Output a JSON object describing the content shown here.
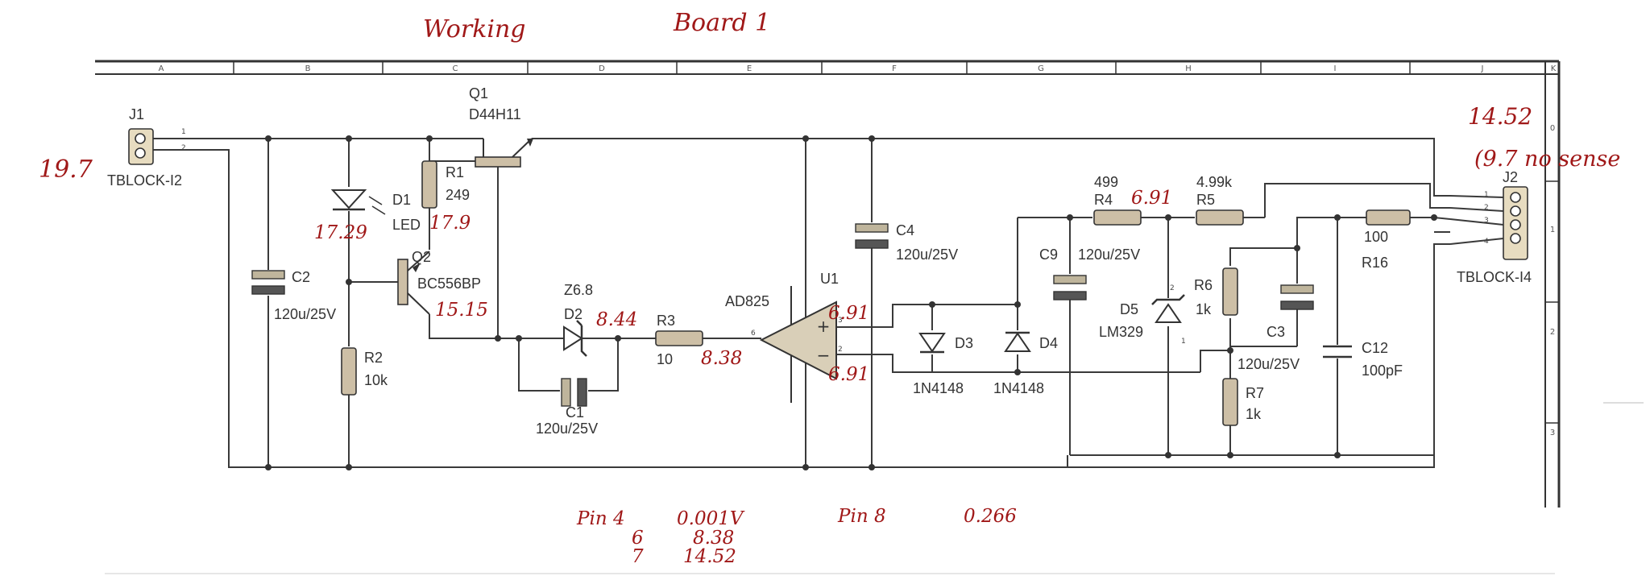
{
  "annotations": {
    "title_left": "Working",
    "title_right": "Board 1",
    "j1_voltage": "19.7",
    "j2_voltage": "14.52",
    "j2_note": "(9.7 no sense",
    "d1_voltage": "17.29",
    "r1_voltage": "17.9",
    "q2_voltage": "15.15",
    "d2_voltage": "8.44",
    "r3_voltage": "8.38",
    "u1_plus": "6.91",
    "u1_minus": "6.91",
    "r4_voltage": "6.91",
    "pin_notes": {
      "pin4_label": "Pin 4",
      "pin4_value": "0.001V",
      "pin6_label": "6",
      "pin6_value": "8.38",
      "pin7_label": "7",
      "pin7_value": "14.52",
      "pin8_label": "Pin 8",
      "pin8_value": "0.266"
    }
  },
  "frame": {
    "zones_top": [
      "A",
      "B",
      "C",
      "D",
      "E",
      "F",
      "G",
      "H",
      "I",
      "J",
      "K"
    ],
    "zones_right": [
      "0",
      "1",
      "2",
      "3"
    ]
  },
  "components": {
    "J1": {
      "ref": "J1",
      "value": "TBLOCK-I2",
      "pins": [
        "1",
        "2"
      ]
    },
    "J2": {
      "ref": "J2",
      "value": "TBLOCK-I4",
      "pins": [
        "1",
        "2",
        "3",
        "4"
      ]
    },
    "Q1": {
      "ref": "Q1",
      "value": "D44H11"
    },
    "Q2": {
      "ref": "Q2",
      "value": "BC556BP"
    },
    "R1": {
      "ref": "R1",
      "value": "249"
    },
    "R2": {
      "ref": "R2",
      "value": "10k"
    },
    "R3": {
      "ref": "R3",
      "value": "10"
    },
    "R4": {
      "ref": "R4",
      "value": "499"
    },
    "R5": {
      "ref": "R5",
      "value": "4.99k"
    },
    "R6": {
      "ref": "R6",
      "value": "1k"
    },
    "R7": {
      "ref": "R7",
      "value": "1k"
    },
    "R16": {
      "ref": "R16",
      "value": "100"
    },
    "D1": {
      "ref": "D1",
      "value": "LED"
    },
    "D2": {
      "ref": "D2",
      "value": "Z6.8"
    },
    "D3": {
      "ref": "D3",
      "value": "1N4148"
    },
    "D4": {
      "ref": "D4",
      "value": "1N4148"
    },
    "D5": {
      "ref": "D5",
      "value": "LM329"
    },
    "C1": {
      "ref": "C1",
      "value": "120u/25V"
    },
    "C2": {
      "ref": "C2",
      "value": "120u/25V"
    },
    "C3": {
      "ref": "C3",
      "value": "120u/25V"
    },
    "C4": {
      "ref": "C4",
      "value": "120u/25V"
    },
    "C9": {
      "ref": "C9",
      "value": "120u/25V"
    },
    "C12": {
      "ref": "C12",
      "value": "100pF"
    },
    "U1": {
      "ref": "U1",
      "value": "AD825",
      "pin_plus": "+",
      "pin_minus": "−",
      "pin_in": "3",
      "pin_in2": "2",
      "pin_out": "6"
    }
  }
}
